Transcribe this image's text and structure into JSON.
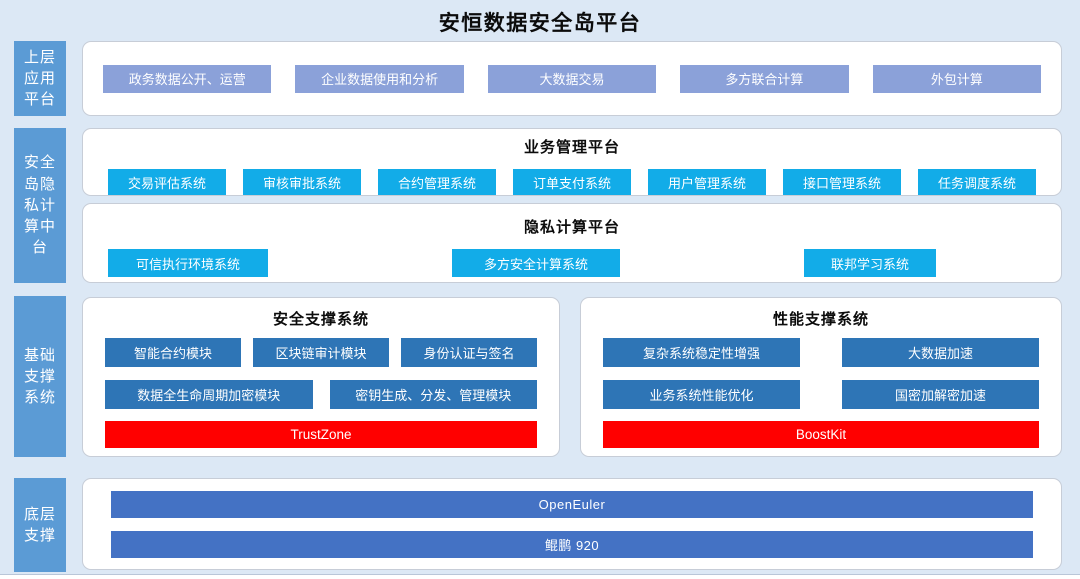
{
  "title": "安恒数据安全岛平台",
  "colors": {
    "background": "#dce8f5",
    "sidebar": "#5b9bd5",
    "app_chip": "#8ba1d9",
    "cyan_chip": "#12ace8",
    "module_chip": "#2e75b6",
    "highlight_bar": "#ff0000",
    "infra_bar": "#4472c4"
  },
  "layers": {
    "upper": {
      "sidebar": "上层应用平台",
      "apps": [
        "政务数据公开、运营",
        "企业数据使用和分析",
        "大数据交易",
        "多方联合计算",
        "外包计算"
      ]
    },
    "middle": {
      "sidebar": "安全岛隐私计算中台",
      "business": {
        "title": "业务管理平台",
        "systems": [
          "交易评估系统",
          "审核审批系统",
          "合约管理系统",
          "订单支付系统",
          "用户管理系统",
          "接口管理系统",
          "任务调度系统"
        ]
      },
      "privacy": {
        "title": "隐私计算平台",
        "systems": [
          "可信执行环境系统",
          "多方安全计算系统",
          "联邦学习系统"
        ]
      }
    },
    "foundation": {
      "sidebar": "基础支撑系统",
      "security": {
        "title": "安全支撑系统",
        "row1": [
          "智能合约模块",
          "区块链审计模块",
          "身份认证与签名"
        ],
        "row2": [
          "数据全生命周期加密模块",
          "密钥生成、分发、管理模块"
        ],
        "highlight": "TrustZone"
      },
      "performance": {
        "title": "性能支撑系统",
        "row1": [
          "复杂系统稳定性增强",
          "大数据加速"
        ],
        "row2": [
          "业务系统性能优化",
          "国密加解密加速"
        ],
        "highlight": "BoostKit"
      }
    },
    "bottom": {
      "sidebar": "底层支撑",
      "bars": [
        "OpenEuler",
        "鲲鹏 920"
      ]
    }
  }
}
